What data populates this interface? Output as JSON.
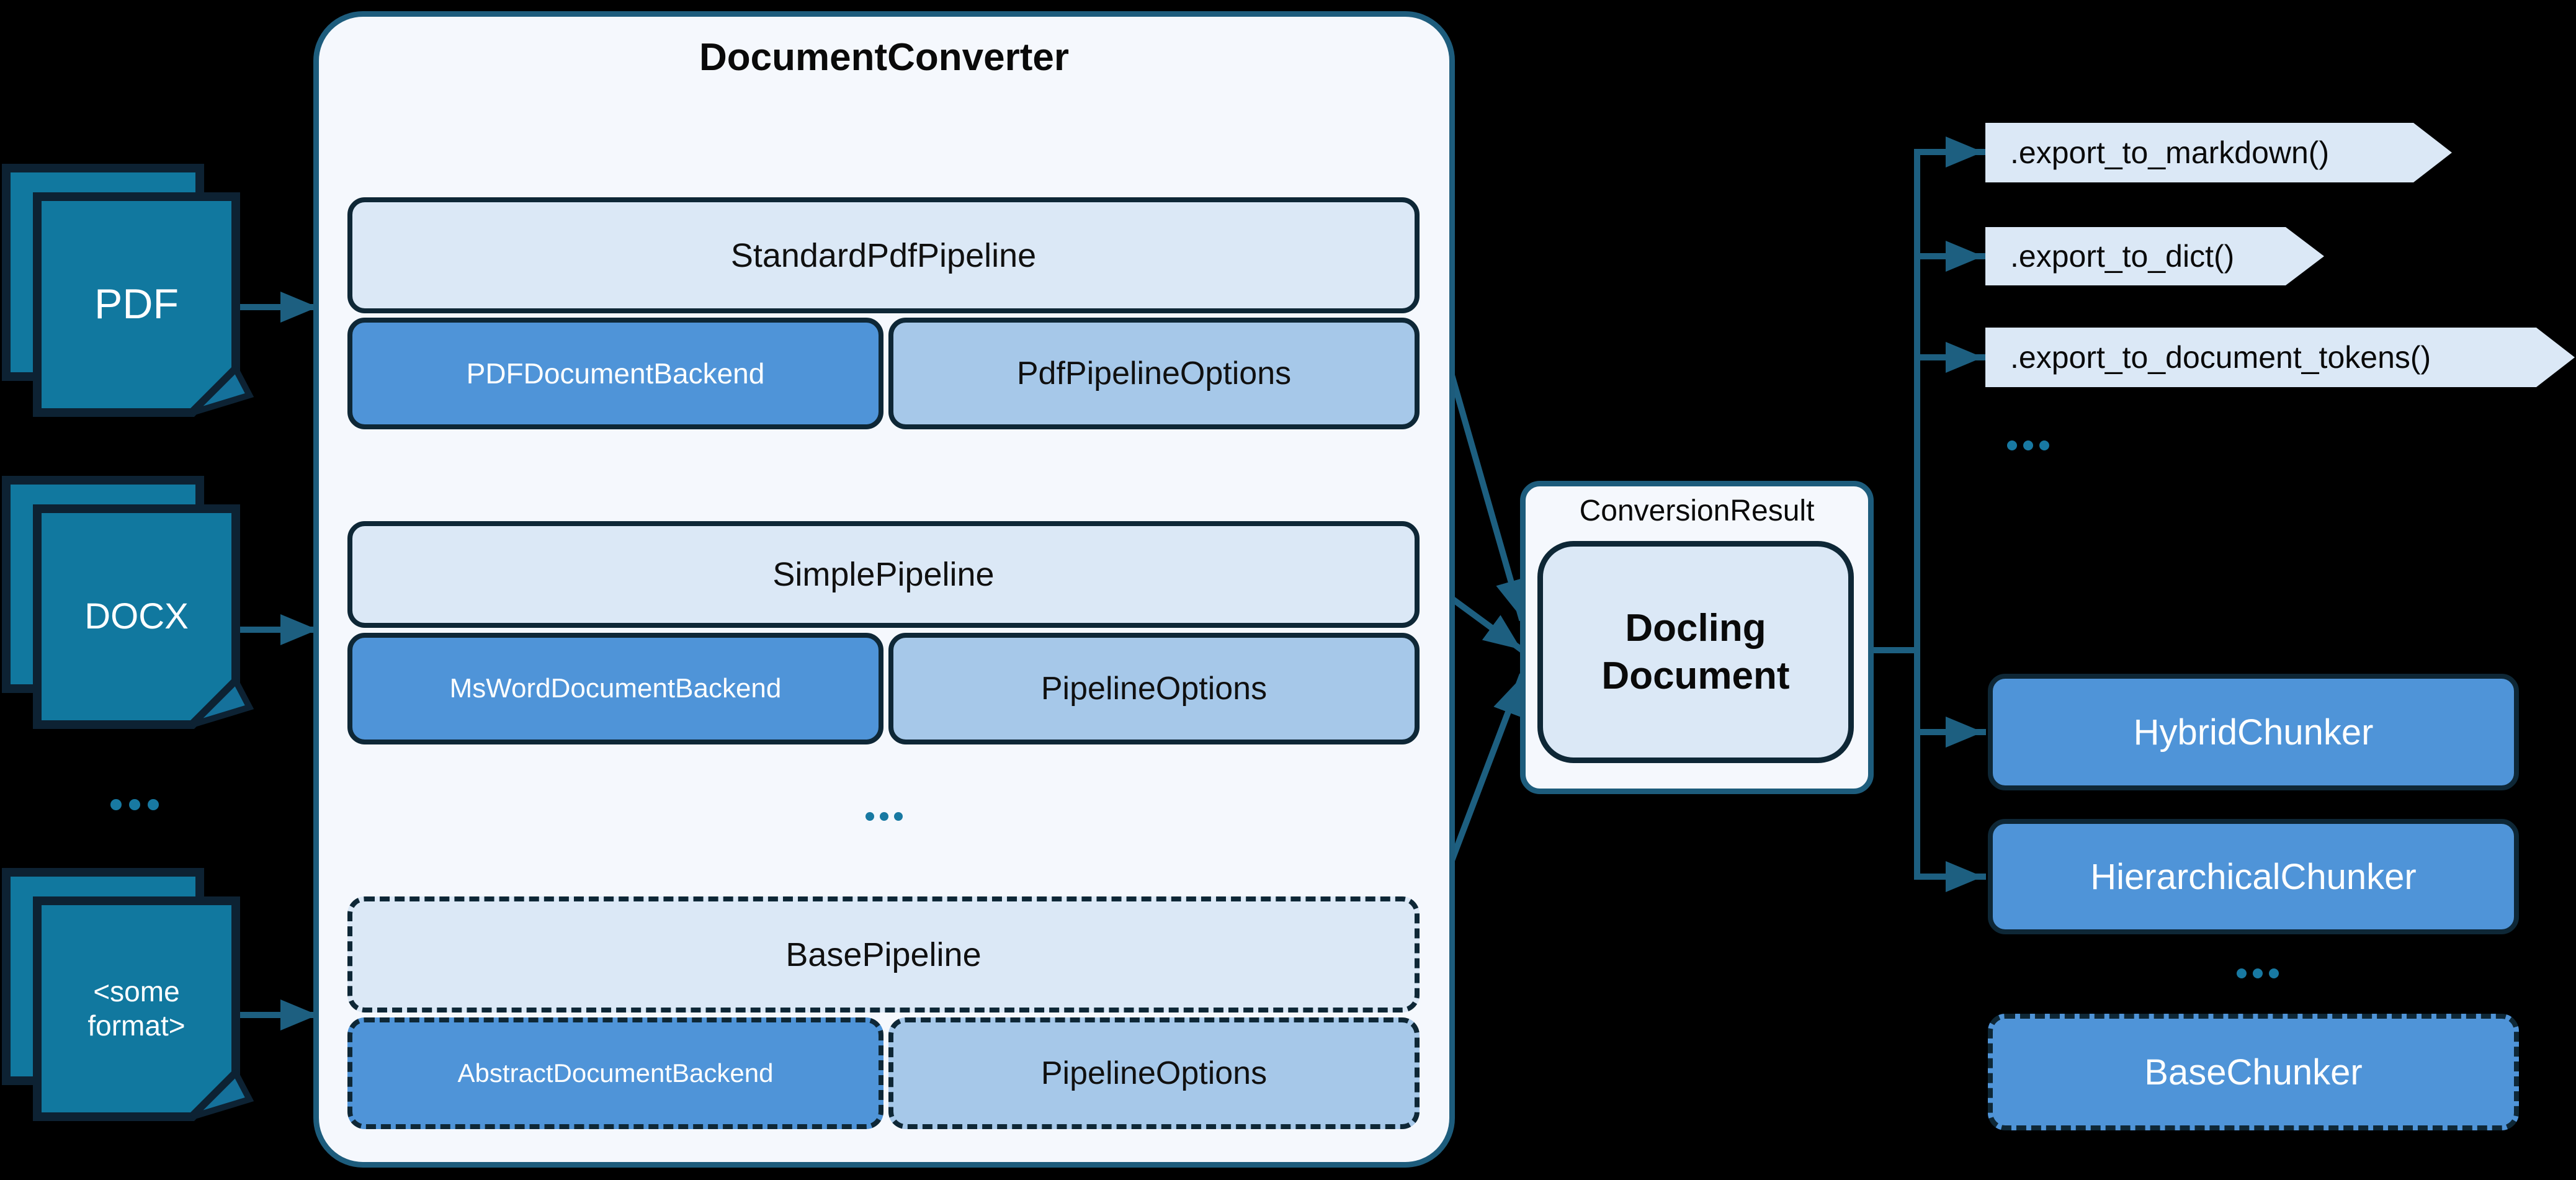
{
  "converter": {
    "title": "DocumentConverter",
    "pipelines": [
      {
        "name": "StandardPdfPipeline",
        "backend": "PDFDocumentBackend",
        "options": "PdfPipelineOptions"
      },
      {
        "name": "SimplePipeline",
        "backend": "MsWordDocumentBackend",
        "options": "PipelineOptions"
      },
      {
        "name": "BasePipeline",
        "backend": "AbstractDocumentBackend",
        "options": "PipelineOptions"
      }
    ],
    "ellipsis": "..."
  },
  "sources": [
    {
      "label": "PDF"
    },
    {
      "label": "DOCX"
    },
    {
      "line1": "<some",
      "line2": "format>"
    }
  ],
  "sources_ellipsis": "...",
  "result": {
    "wrapper_label": "ConversionResult",
    "doc_line1": "Docling",
    "doc_line2": "Document"
  },
  "exports": {
    "methods": [
      ".export_to_markdown()",
      ".export_to_dict()",
      ".export_to_document_tokens()"
    ],
    "ellipsis": "..."
  },
  "chunkers": {
    "items": [
      "HybridChunker",
      "HierarchicalChunker"
    ],
    "ellipsis": "...",
    "base": "BaseChunker"
  },
  "colors": {
    "panel_border_teal": "#1d5c7c",
    "panel_bg": "#f5f8fd",
    "light_blue": "#dbe8f6",
    "pale_blue": "#a6c8e9",
    "mid_blue": "#4f94d8",
    "dark_border": "#0e2736",
    "doc_icon_teal": "#11789f",
    "arrow_teal": "#1d5f80",
    "dot_teal": "#1879a2"
  }
}
